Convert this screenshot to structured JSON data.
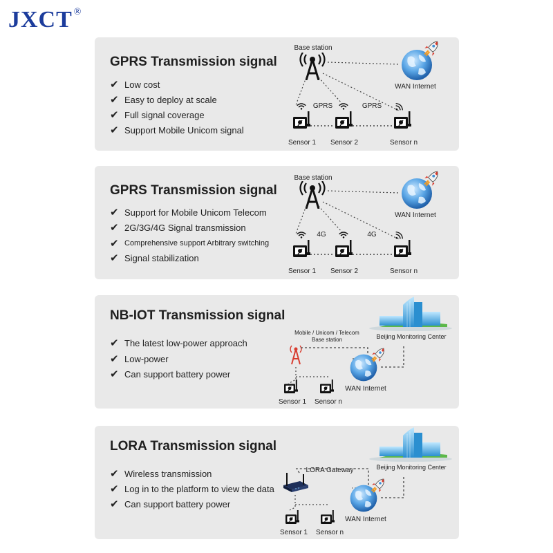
{
  "brand": {
    "name": "JXCT",
    "mark": "®"
  },
  "panels": [
    {
      "title": "GPRS Transmission signal",
      "features": [
        "Low cost",
        "Easy to deploy at scale",
        "Full signal coverage",
        "Support Mobile Unicom signal"
      ],
      "base_station": "Base station",
      "internet": "WAN Internet",
      "link_labels": [
        "GPRS",
        "GPRS"
      ],
      "sensors": [
        "Sensor 1",
        "Sensor 2",
        "Sensor n"
      ]
    },
    {
      "title": "GPRS Transmission signal",
      "features": [
        "Support for Mobile Unicom Telecom",
        "2G/3G/4G Signal transmission",
        "Comprehensive support Arbitrary switching",
        "Signal stabilization"
      ],
      "base_station": "Base station",
      "internet": "WAN Internet",
      "link_labels": [
        "4G",
        "4G"
      ],
      "sensors": [
        "Sensor 1",
        "Sensor 2",
        "Sensor n"
      ]
    },
    {
      "title": "NB-IOT Transmission signal",
      "features": [
        "The latest low-power approach",
        "Low-power",
        "Can support battery power"
      ],
      "base_station_line1": "Mobile / Unicom / Telecom",
      "base_station_line2": "Base station",
      "center": "Beijing Monitoring Center",
      "internet": "WAN Internet",
      "sensors": [
        "Sensor 1",
        "Sensor n"
      ]
    },
    {
      "title": "LORA Transmission signal",
      "features": [
        "Wireless transmission",
        "Log in to the platform to view the data",
        "Can support battery power"
      ],
      "gateway": "LORA Gateway",
      "center": "Beijing Monitoring Center",
      "internet": "WAN Internet",
      "sensors": [
        "Sensor 1",
        "Sensor n"
      ]
    }
  ],
  "icons": {
    "check": "check-icon",
    "tower": "antenna-tower-icon",
    "globe": "globe-icon",
    "rocket": "rocket-icon",
    "wifi": "wifi-signal-icon",
    "sensor": "sensor-device-icon",
    "building": "building-icon",
    "router": "router-icon"
  },
  "colors": {
    "brand": "#1c3c9c",
    "panel": "#e9e9e9",
    "globe": "#3f8fd6",
    "rocket": "#d83b2e",
    "building": "#3aa3dc",
    "grass": "#5cb84a"
  }
}
